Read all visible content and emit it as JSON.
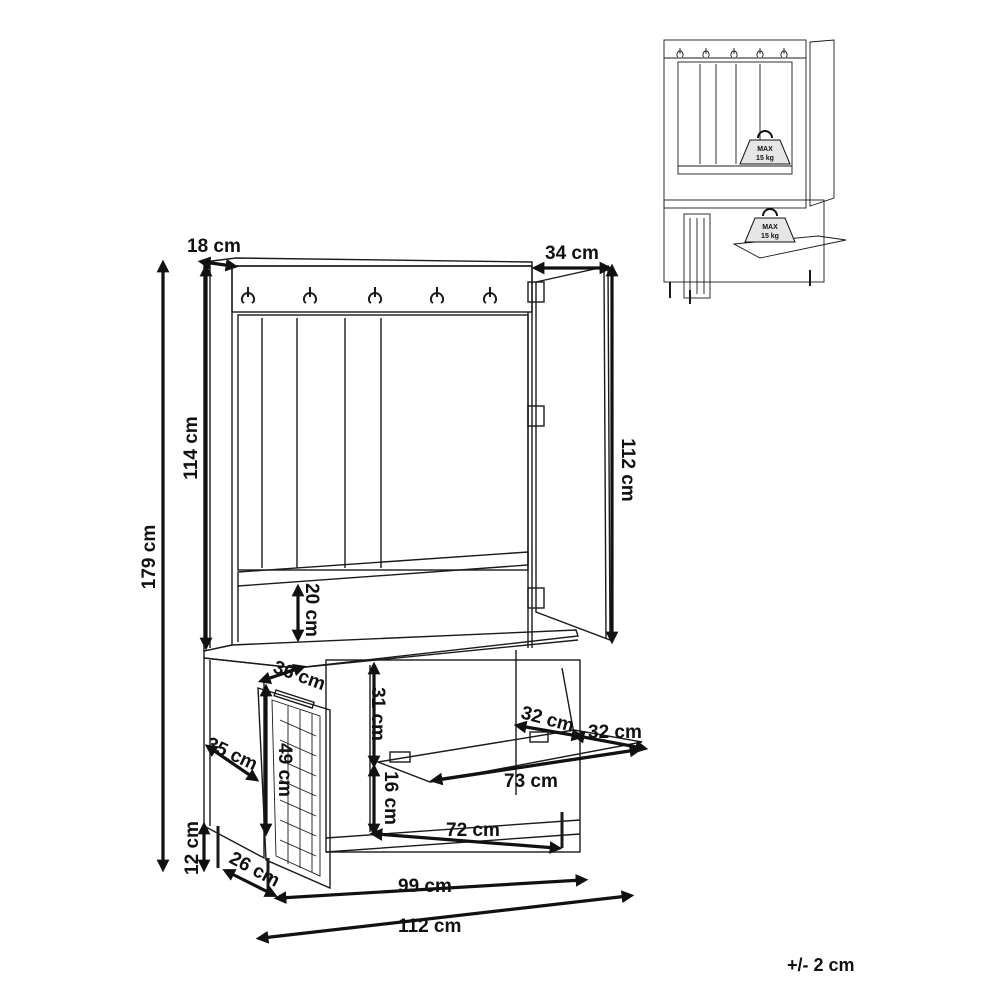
{
  "dimensions": {
    "depth_top": "18 cm",
    "door_width": "34 cm",
    "upper_height": "114 cm",
    "total_height": "179 cm",
    "door_height": "112 cm",
    "bench_gap": "20 cm",
    "side_depth": "36 cm",
    "side_depth_lower": "35 cm",
    "cabinet_door_height": "49 cm",
    "leg_height": "12 cm",
    "leg_depth": "26 cm",
    "inner_width_bottom": "99 cm",
    "total_width": "112 cm",
    "drawer_height": "31 cm",
    "shelf_height": "16 cm",
    "flap_depth_left": "32 cm",
    "flap_depth_right": "32 cm",
    "flap_width": "73 cm",
    "shelf_width": "72 cm"
  },
  "tolerance": "+/- 2 cm",
  "thumbnail": {
    "weight_label_top": "MAX\n15 kg",
    "weight_label_1": "MAX",
    "weight_label_2": "15 kg"
  }
}
